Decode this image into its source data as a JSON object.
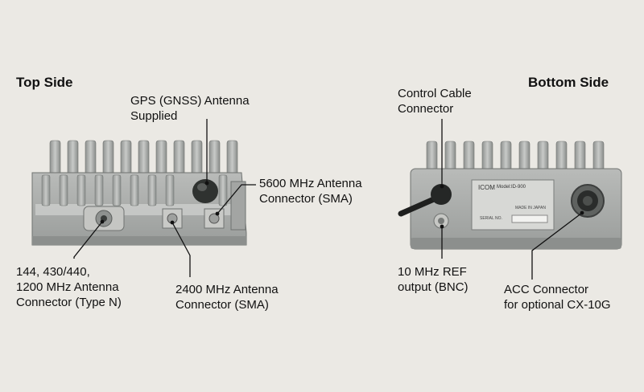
{
  "top_side": {
    "title": "Top Side",
    "labels": {
      "gps_line1": "GPS (GNSS) Antenna",
      "gps_line2": "Supplied",
      "ant5600_line1": "5600 MHz Antenna",
      "ant5600_line2": "Connector (SMA)",
      "ant144_line1": "144, 430/440,",
      "ant144_line2": "1200 MHz Antenna",
      "ant144_line3": "Connector (Type N)",
      "ant2400_line1": "2400 MHz Antenna",
      "ant2400_line2": "Connector (SMA)"
    }
  },
  "bottom_side": {
    "title": "Bottom Side",
    "labels": {
      "ctrl_line1": "Control Cable",
      "ctrl_line2": "Connector",
      "ref_line1": "10 MHz REF",
      "ref_line2": "output (BNC)",
      "acc_line1": "ACC Connector",
      "acc_line2": "for optional CX-10G"
    },
    "nameplate": {
      "brand": "ICOM",
      "model": "Model:ID-900",
      "serial_label": "SERIAL NO.",
      "made_in": "MADE IN JAPAN"
    }
  },
  "colors": {
    "background": "#ebe9e4",
    "chassis": "#a9aba9",
    "chassis_dark": "#7f8281",
    "leader_line": "#111111"
  }
}
